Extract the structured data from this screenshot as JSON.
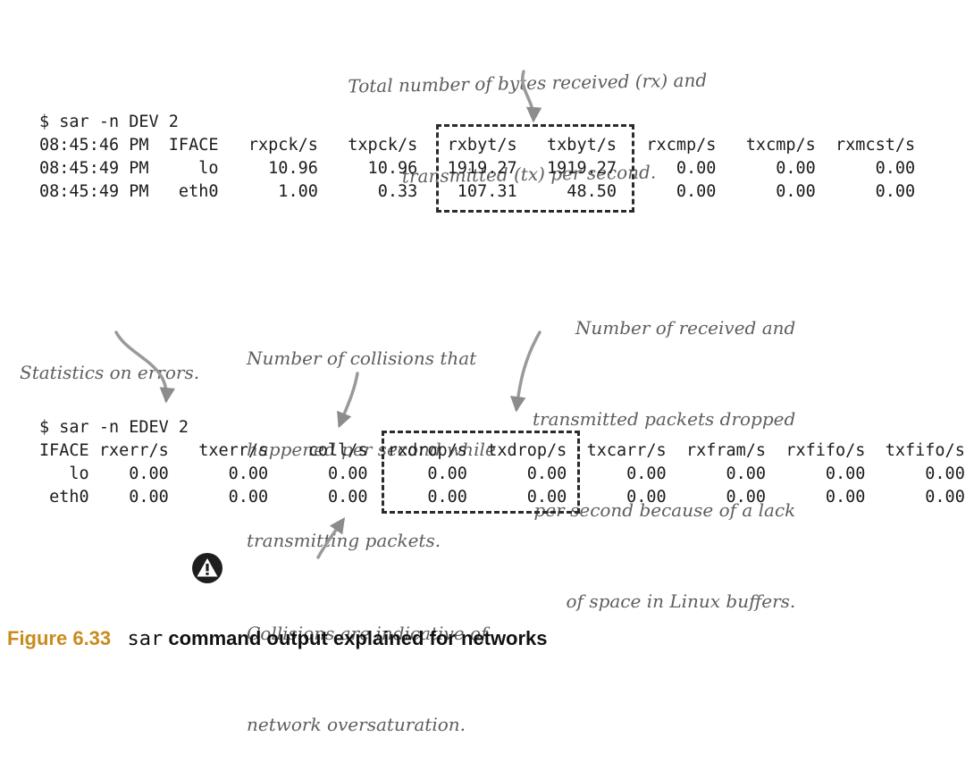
{
  "dev_output": {
    "lines": [
      "$ sar -n DEV 2",
      "08:45:46 PM  IFACE   rxpck/s   txpck/s   rxbyt/s   txbyt/s   rxcmp/s   txcmp/s  rxmcst/s",
      "08:45:49 PM     lo     10.96     10.96   1919.27   1919.27      0.00      0.00      0.00",
      "08:45:49 PM   eth0      1.00      0.33    107.31     48.50      0.00      0.00      0.00"
    ]
  },
  "edev_output": {
    "lines": [
      "$ sar -n EDEV 2",
      "IFACE rxerr/s   txerr/s    coll/s  rxdrop/s  txdrop/s  txcarr/s  rxfram/s  rxfifo/s  txfifo/s",
      "   lo    0.00      0.00      0.00      0.00      0.00      0.00      0.00      0.00      0.00",
      " eth0    0.00      0.00      0.00      0.00      0.00      0.00      0.00      0.00      0.00"
    ]
  },
  "annotations": {
    "bytes": [
      "Total number of bytes received (rx) and",
      "transmitted (tx) per second."
    ],
    "errors": [
      "Statistics on errors."
    ],
    "collisions": [
      "Number of collisions that",
      "happened per second while",
      "transmitting packets."
    ],
    "dropped": [
      "Number of received and",
      "transmitted packets dropped",
      "per second because of a lack",
      "of space in Linux buffers."
    ],
    "warning": [
      "Collisions are indicative of",
      "network oversaturation."
    ]
  },
  "icons": {
    "warning": "warning-icon"
  },
  "caption": {
    "label": "Figure 6.33",
    "code": "sar",
    "text": "command output explained for networks"
  },
  "colors": {
    "caption_label": "#c98b1c",
    "annotation_text": "#5e5e5e",
    "terminal_text": "#1c1c1c"
  }
}
